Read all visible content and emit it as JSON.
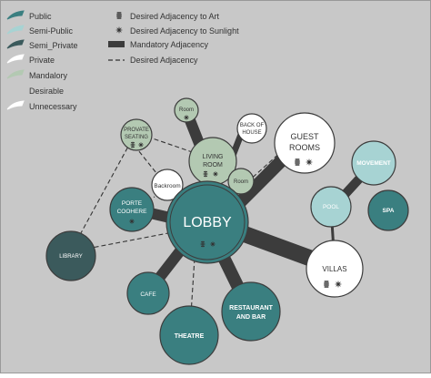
{
  "legend": {
    "items": [
      {
        "label": "Public",
        "icon": "brush-stroke-icon",
        "color": "#3a7f80"
      },
      {
        "label": "Semi-Public",
        "icon": "brush-stroke-icon",
        "color": "#a7d3d3"
      },
      {
        "label": "Semi_Private",
        "icon": "brush-stroke-icon",
        "color": "#3b5a5c"
      },
      {
        "label": "Private",
        "icon": "brush-stroke-icon",
        "color": "#ffffff"
      },
      {
        "label": "Mandalory",
        "icon": "brush-stroke-icon",
        "color": "#b3c9b2"
      },
      {
        "label": "Desirable",
        "icon": "",
        "color": ""
      },
      {
        "label": "Unnecessary",
        "icon": "brush-stroke-icon",
        "color": "#ffffff"
      }
    ],
    "symbols": [
      {
        "label": "Desired Adjacency to Art",
        "icon": "art-icon"
      },
      {
        "label": "Desired Adjacency to Sunlight",
        "icon": "sun-icon"
      },
      {
        "label": "Mandatory Adjacency",
        "icon": "thick-bar-icon"
      },
      {
        "label": "Desired Adjacency",
        "icon": "dashed-line-icon"
      }
    ]
  },
  "colors": {
    "background": "#c8c8c8",
    "public": "#3a7f80",
    "semi_public": "#a7d3d3",
    "semi_private": "#3b5a5c",
    "private": "#ffffff",
    "mandatory": "#b3c9b2",
    "mandatory_link": "#3c3c3c",
    "outline": "#3c3c3c"
  },
  "nodes": {
    "lobby": {
      "label": "LOBBY"
    },
    "guest_rooms": {
      "line1": "GUEST",
      "line2": "ROOMS"
    },
    "villas": {
      "label": "VILLAS"
    },
    "movement": {
      "label": "MOVEMENT"
    },
    "pool": {
      "label": "POOL"
    },
    "spa": {
      "label": "SPA"
    },
    "living_room": {
      "line1": "LIVING",
      "line2": "ROOM"
    },
    "private_seating": {
      "line1": "PROVATE",
      "line2": "SEATING"
    },
    "room_top": {
      "label": "Room"
    },
    "back_of_house": {
      "line1": "BACK OF",
      "line2": "HOUSE"
    },
    "room_small": {
      "label": "Room"
    },
    "backroom": {
      "label": "Backroom"
    },
    "porte_coohere": {
      "line1": "PORTE",
      "line2": "COOHERE"
    },
    "library": {
      "label": "LIBRARY"
    },
    "cafe": {
      "label": "CAFE"
    },
    "theatre": {
      "label": "THEATRE"
    },
    "restaurant": {
      "line1": "RESTAURANT",
      "line2": "AND BAR"
    }
  }
}
